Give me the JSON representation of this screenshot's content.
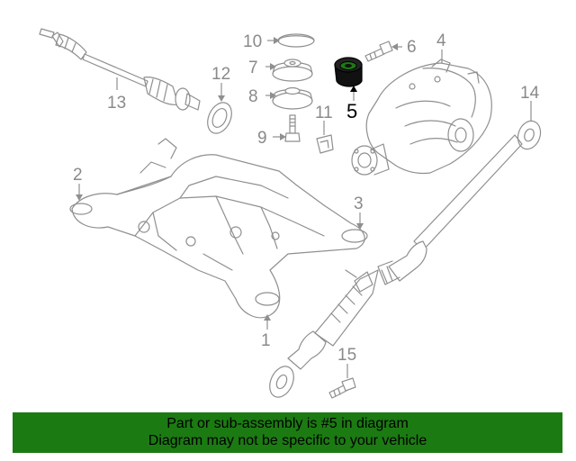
{
  "diagram": {
    "callouts": [
      "1",
      "2",
      "3",
      "4",
      "5",
      "6",
      "7",
      "8",
      "9",
      "10",
      "11",
      "12",
      "13",
      "14",
      "15"
    ],
    "highlighted_part": "5",
    "highlight_color": "#1c7a13"
  },
  "banner": {
    "line1": "Part or sub-assembly is #5 in diagram",
    "line2": "Diagram may not be specific to your vehicle",
    "background": "#1c7a13"
  }
}
